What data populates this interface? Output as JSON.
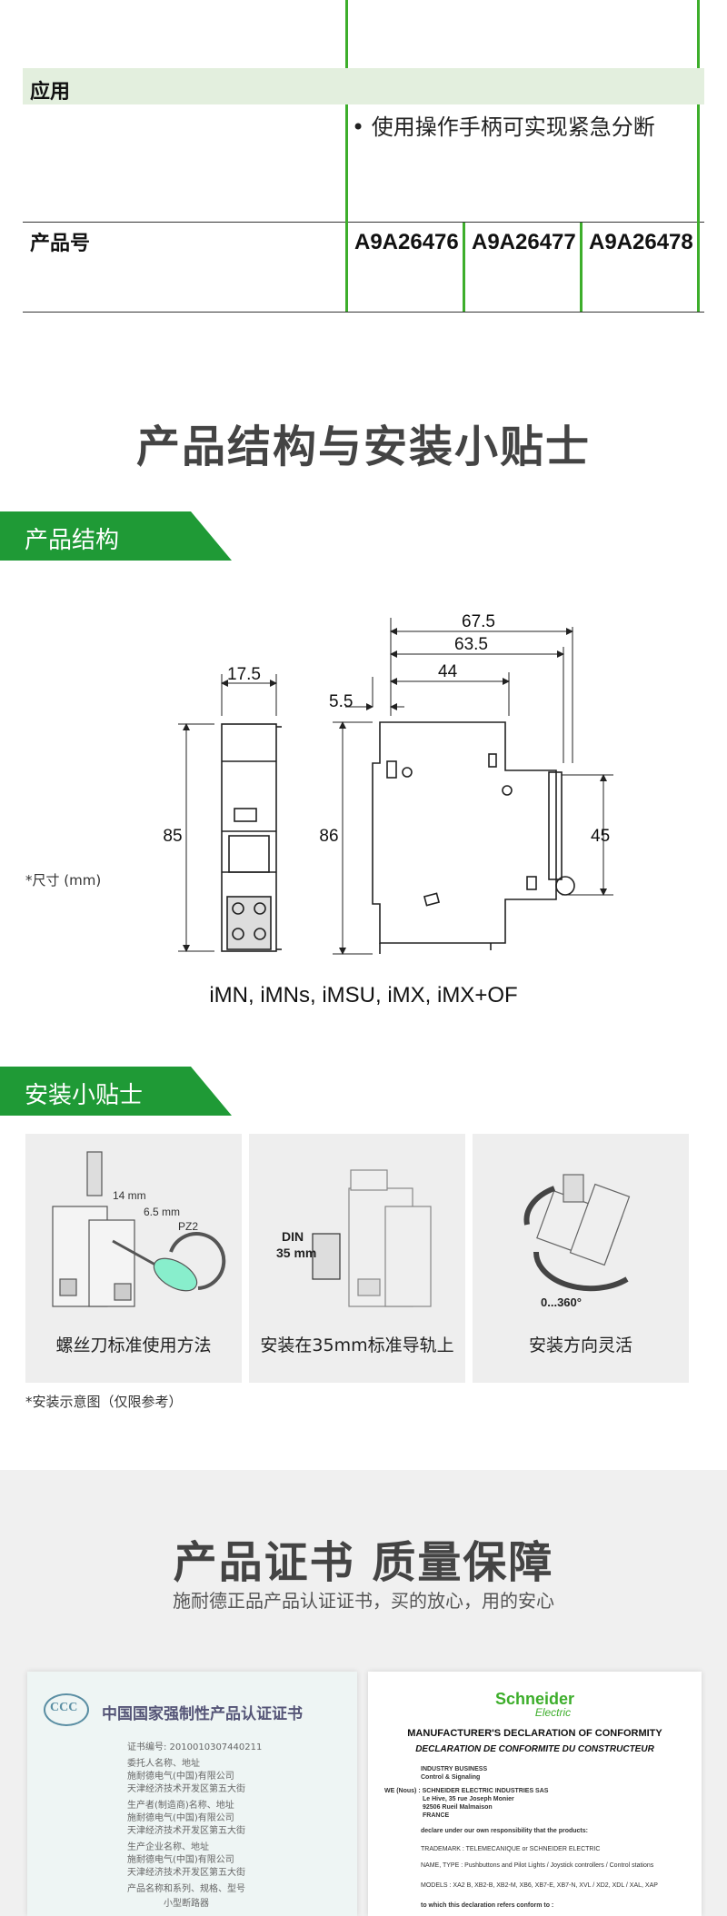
{
  "spec_table": {
    "application_label": "应用",
    "application_text": "• 使用操作手柄可实现紧急分断",
    "product_no_label": "产品号",
    "product_numbers": [
      "A9A26476",
      "A9A26477",
      "A9A26478"
    ]
  },
  "section_title": "产品结构与安装小贴士",
  "structure": {
    "tab_label": "产品结构",
    "dimensions": {
      "width_front": "17.5",
      "height_front": "85",
      "offset_side": "5.5",
      "depth_44": "44",
      "depth_63_5": "63.5",
      "depth_67_5": "67.5",
      "height_side": "86",
      "height_45": "45"
    },
    "unit_note": "*尺寸 (mm)",
    "models": "iMN, iMNs, iMSU, iMX, iMX+OF"
  },
  "tips": {
    "tab_label": "安装小贴士",
    "cards": [
      {
        "caption": "螺丝刀标准使用方法",
        "labels": [
          "14 mm",
          "6.5 mm",
          "PZ2"
        ]
      },
      {
        "caption": "安装在35mm标准导轨上",
        "labels": [
          "DIN",
          "35 mm"
        ]
      },
      {
        "caption": "安装方向灵活",
        "labels": [
          "0...360°"
        ]
      }
    ],
    "note": "*安装示意图（仅限参考）"
  },
  "certificate": {
    "title": "产品证书 质量保障",
    "subtitle": "施耐德正品产品认证证书，买的放心，用的安心",
    "ccc_doc": {
      "logo": "CCC",
      "title": "中国国家强制性产品认证证书",
      "lines": [
        "证书编号: 2010010307440211",
        "委托人名称、地址",
        "施耐德电气(中国)有限公司",
        "天津经济技术开发区第五大街",
        "生产者(制造商)名称、地址",
        "施耐德电气(中国)有限公司",
        "天津经济技术开发区第五大街",
        "生产企业名称、地址",
        "施耐德电气(中国)有限公司",
        "天津经济技术开发区第五大街",
        "产品名称和系列、规格、型号",
        "小型断路器"
      ]
    },
    "schneider_doc": {
      "logo_top": "Schneider",
      "logo_bottom": "Electric",
      "heading": "MANUFACTURER'S DECLARATION OF CONFORMITY",
      "heading_fr": "DECLARATION DE CONFORMITE DU CONSTRUCTEUR",
      "lines": [
        "INDUSTRY BUSINESS",
        "Control & Signaling",
        "WE (Nous) : SCHNEIDER ELECTRIC INDUSTRIES SAS",
        "Le Hive, 35 rue Joseph Monier",
        "92506 Rueil Malmaison",
        "FRANCE",
        "declare under our own responsibility that the products:",
        "TRADEMARK : TELEMECANIQUE or SCHNEIDER ELECTRIC",
        "NAME, TYPE : Pushbuttons and Pilot Lights / Joystick controllers / Control stations",
        "MODELS : XA2 B, XB2-B, XB2-M, XB6, XB7-E, XB7-N, XVL / XD2, XDL / XAL, XAP",
        "to which this declaration refers conform to :"
      ]
    }
  }
}
